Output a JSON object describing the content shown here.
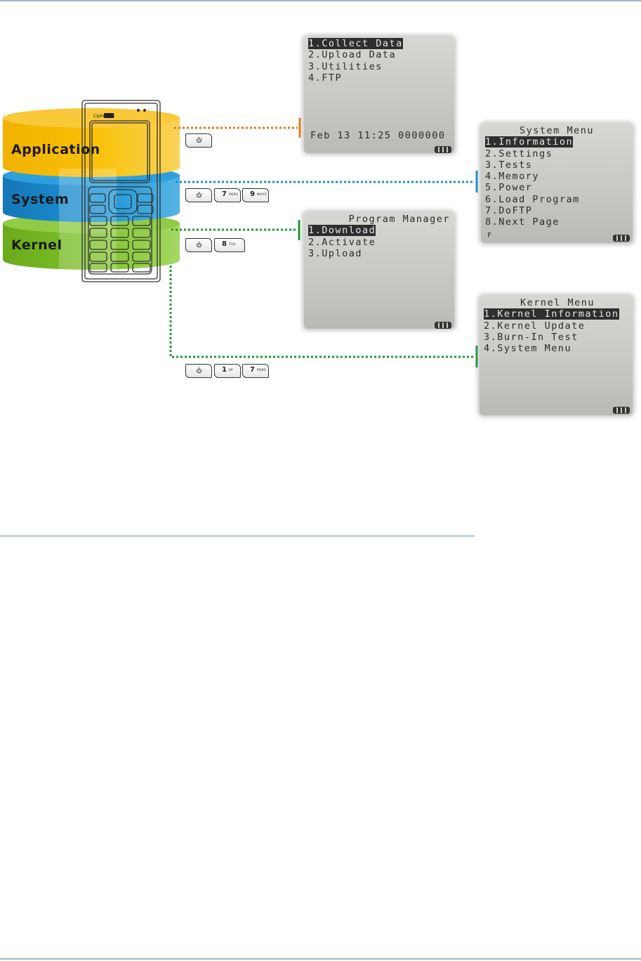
{
  "layers": {
    "application": "Application",
    "system": "System",
    "kernel": "Kernel"
  },
  "phone": {
    "brand": "CipherLab"
  },
  "key_sequences": {
    "application": [
      {
        "main": "",
        "sub": "",
        "icon": "power-icon"
      }
    ],
    "system": [
      {
        "main": "",
        "sub": "",
        "icon": "power-icon"
      },
      {
        "main": "7",
        "sub": "PQRS"
      },
      {
        "main": "9",
        "sub": "WXYZ"
      }
    ],
    "program_manager": [
      {
        "main": "",
        "sub": "",
        "icon": "power-icon"
      },
      {
        "main": "8",
        "sub": "TUV"
      }
    ],
    "kernel": [
      {
        "main": "",
        "sub": "",
        "icon": "power-icon"
      },
      {
        "main": "1",
        "sub": "SP"
      },
      {
        "main": "7",
        "sub": "PQRS"
      }
    ]
  },
  "screens": {
    "application": {
      "items": [
        "1.Collect Data",
        "2.Upload Data",
        "3.Utilities",
        "4.FTP"
      ],
      "selected": 0,
      "status": "Feb 13 11:25 0000000"
    },
    "system": {
      "title": "System Menu",
      "items": [
        "1.Information",
        "2.Settings",
        "3.Tests",
        "4.Memory",
        "5.Power",
        "6.Load Program",
        "7.DoFTP",
        "8.Next Page"
      ],
      "selected": 0,
      "corner": "F"
    },
    "program_manager": {
      "title": "Program Manager",
      "items": [
        "1.Download",
        "2.Activate",
        "3.Upload"
      ],
      "selected": 0
    },
    "kernel": {
      "title": "Kernel Menu",
      "items": [
        "1.Kernel Information",
        "2.Kernel Update",
        "3.Burn-In Test",
        "4.System Menu"
      ],
      "selected": 0
    }
  },
  "colors": {
    "application": "#f5b800",
    "system": "#1a8fd0",
    "kernel": "#7cbe2a",
    "application_line": "#e07b1a",
    "system_line": "#1a8fd0",
    "kernel_line": "#1a9a3a"
  }
}
